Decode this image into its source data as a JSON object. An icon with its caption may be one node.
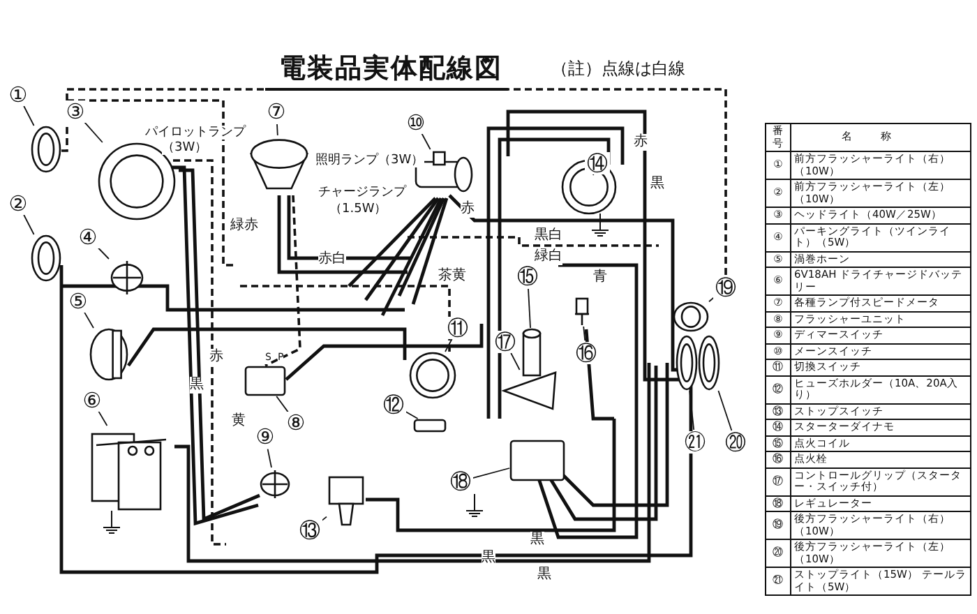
{
  "diagram": {
    "title": "電装品実体配線図",
    "nodes": [
      {
        "text": [
          "①"
        ]
      },
      {
        "text": [],
        "shape": "circle"
      },
      {
        "text": [
          "②"
        ]
      },
      {
        "text": [],
        "shape": "circle"
      },
      {
        "text": [
          "③"
        ]
      },
      {
        "text": [],
        "shape": "picture"
      },
      {
        "text": [
          "④"
        ]
      },
      {
        "text": [],
        "shape": "circle"
      },
      {
        "text": [
          "⑤"
        ]
      },
      {
        "text": [],
        "shape": "picture"
      },
      {
        "text": [
          "⑥"
        ]
      },
      {
        "text": [],
        "shape": "box"
      },
      {
        "text": [
          "⑦"
        ]
      },
      {
        "text": [],
        "shape": "picture"
      },
      {
        "text": [
          "⑧"
        ]
      },
      {
        "text": [],
        "shape": "box",
        "beside": [
          "S",
          "P"
        ]
      },
      {
        "text": [
          "⑨"
        ]
      },
      {
        "text": [],
        "shape": "circle"
      },
      {
        "text": [
          "⑩"
        ]
      },
      {
        "text": [],
        "shape": "cylinder"
      },
      {
        "text": [
          "⑪"
        ]
      },
      {
        "text": [],
        "shape": "circle"
      },
      {
        "text": [
          "⑫"
        ]
      },
      {
        "text": [],
        "shape": "box"
      },
      {
        "text": [
          "⑬"
        ]
      },
      {
        "text": [],
        "shape": "box"
      },
      {
        "text": [
          "⑭"
        ]
      },
      {
        "text": [],
        "shape": "circle"
      },
      {
        "text": [
          "⑮"
        ]
      },
      {
        "text": [],
        "shape": "cylinder"
      },
      {
        "text": [
          "⑯"
        ]
      },
      {
        "text": [],
        "shape": "picture"
      },
      {
        "text": [
          "⑰"
        ]
      },
      {
        "text": [],
        "shape": "picture"
      },
      {
        "text": [
          "⑱"
        ]
      },
      {
        "text": [],
        "shape": "box"
      },
      {
        "text": [
          "⑲"
        ]
      },
      {
        "text": [],
        "shape": "circle"
      },
      {
        "text": [
          "⑳"
        ]
      },
      {
        "text": [],
        "shape": "circle"
      },
      {
        "text": [
          "㉑"
        ]
      },
      {
        "text": [],
        "shape": "circle"
      }
    ],
    "edges": [
      {
        "from": 0,
        "to": 1,
        "arrow": "none"
      },
      {
        "from": 2,
        "to": 3,
        "arrow": "none"
      },
      {
        "from": 4,
        "to": 5,
        "arrow": "none"
      },
      {
        "from": 6,
        "to": 7,
        "arrow": "none"
      },
      {
        "from": 8,
        "to": 9,
        "arrow": "none"
      },
      {
        "from": 10,
        "to": 11,
        "arrow": "none"
      },
      {
        "from": 12,
        "to": 13,
        "arrow": "none"
      },
      {
        "from": 14,
        "to": 15,
        "arrow": "none"
      },
      {
        "from": 16,
        "to": 17,
        "arrow": "none"
      },
      {
        "from": 18,
        "to": 19,
        "arrow": "none"
      },
      {
        "from": 20,
        "to": 21,
        "arrow": "none"
      },
      {
        "from": 22,
        "to": 23,
        "arrow": "none"
      },
      {
        "from": 24,
        "to": 25,
        "arrow": "none"
      },
      {
        "from": 26,
        "to": 27,
        "arrow": "none"
      },
      {
        "from": 28,
        "to": 29,
        "arrow": "none"
      },
      {
        "from": 30,
        "to": 31,
        "arrow": "none"
      },
      {
        "from": 32,
        "to": 33,
        "arrow": "none"
      },
      {
        "from": 34,
        "to": 35,
        "arrow": "none"
      },
      {
        "from": 36,
        "to": 37,
        "arrow": "none"
      },
      {
        "from": 38,
        "to": 39,
        "arrow": "none"
      },
      {
        "from": 40,
        "to": 41,
        "arrow": "none"
      }
    ],
    "labels": [
      "（註）点線は白線",
      "パイロットランプ",
      "（3W）",
      "照明ランプ（3W）",
      "チャージランプ",
      "（1.5W）",
      "赤",
      "黒",
      "赤",
      "黒白",
      "緑白",
      "緑赤",
      "赤白",
      "茶黄",
      "青",
      "赤",
      "黒",
      "黄",
      "黒",
      "黒",
      "黒",
      "番号",
      "名称",
      "①",
      "前方フラッシャーライト（右）（10W）",
      "②",
      "前方フラッシャーライト（左）（10W）",
      "③",
      "ヘッドライト（40W／25W）",
      "④",
      "パーキングライト（ツインライト）（5W）",
      "⑤",
      "渦巻ホーン",
      "⑥",
      "6V18AH ドライチャージドバッテリー",
      "⑦",
      "各種ランプ付スピードメータ",
      "⑧",
      "フラッシャーユニット",
      "⑨",
      "ディマースイッチ",
      "⑩",
      "メーンスイッチ",
      "⑪",
      "切換スイッチ",
      "⑫",
      "ヒューズホルダー（10A、20A入り）",
      "⑬",
      "ストップスイッチ",
      "⑭",
      "スターターダイナモ",
      "⑮",
      "点火コイル",
      "⑯",
      "点火栓",
      "⑰",
      "コントロールグリップ（スターター・スイッチ付）",
      "⑱",
      "レギュレーター",
      "⑲",
      "後方フラッシャーライト（右）（10W）",
      "⑳",
      "後方フラッシャーライト（左）（10W）",
      "㉑",
      "ストップライト（15W） テールライト（5W）"
    ]
  }
}
